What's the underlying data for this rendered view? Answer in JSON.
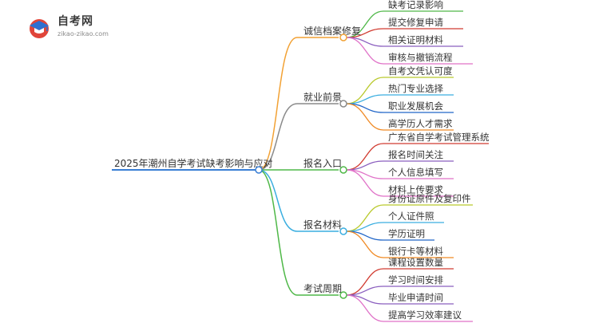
{
  "logo": {
    "name": "自考网",
    "url": "zikao-zikao.com",
    "icon": "graduation-cap-icon"
  },
  "mindmap": {
    "root": "2025年潮州自学考试缺考影响与应对",
    "branches": [
      {
        "label": "诚信档案修复",
        "color": "#f2a133",
        "children": [
          {
            "label": "缺考记录影响",
            "color": "#4fb848"
          },
          {
            "label": "提交修复申请",
            "color": "#d13b30"
          },
          {
            "label": "相关证明材料",
            "color": "#8b5fbf"
          },
          {
            "label": "审核与撤销流程",
            "color": "#e072c8"
          }
        ]
      },
      {
        "label": "就业前景",
        "color": "#8a8a8a",
        "children": [
          {
            "label": "自考文凭认可度",
            "color": "#b9c92c"
          },
          {
            "label": "热门专业选择",
            "color": "#3aaee0"
          },
          {
            "label": "职业发展机会",
            "color": "#2166c8"
          },
          {
            "label": "高学历人才需求",
            "color": "#f08a24"
          }
        ]
      },
      {
        "label": "报名入口",
        "color": "#4fb848",
        "children": [
          {
            "label": "广东省自学考试管理系统",
            "color": "#d13b30"
          },
          {
            "label": "报名时间关注",
            "color": "#8b5fbf"
          },
          {
            "label": "个人信息填写",
            "color": "#e072c8"
          },
          {
            "label": "材料上传要求",
            "color": "#e072c8"
          }
        ]
      },
      {
        "label": "报名材料",
        "color": "#3aaee0",
        "children": [
          {
            "label": "身份证原件及复印件",
            "color": "#b9c92c"
          },
          {
            "label": "个人证件照",
            "color": "#3aaee0"
          },
          {
            "label": "学历证明",
            "color": "#2166c8"
          },
          {
            "label": "银行卡等材料",
            "color": "#f08a24"
          }
        ]
      },
      {
        "label": "考试周期",
        "color": "#4fb848",
        "children": [
          {
            "label": "课程设置数量",
            "color": "#d13b30"
          },
          {
            "label": "学习时间安排",
            "color": "#8b5fbf"
          },
          {
            "label": "毕业申请时间",
            "color": "#8b5fbf"
          },
          {
            "label": "提高学习效率建议",
            "color": "#e072c8"
          }
        ]
      }
    ]
  }
}
